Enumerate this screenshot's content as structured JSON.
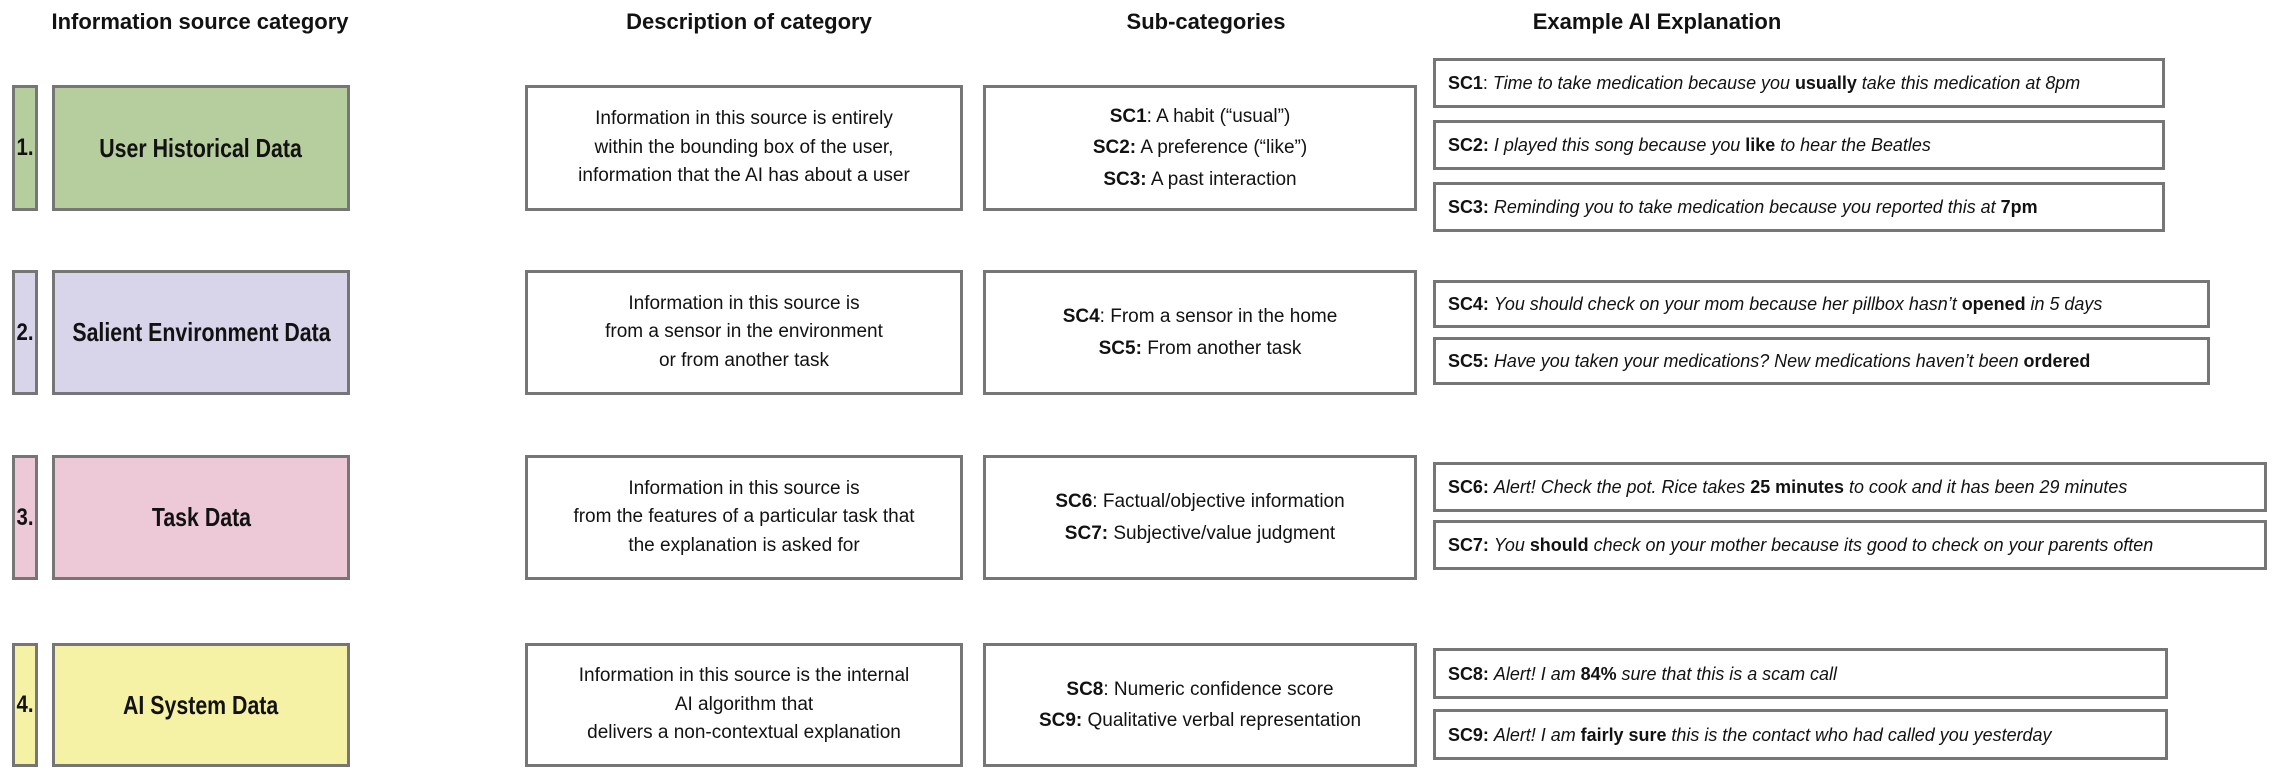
{
  "headers": {
    "col1": "Information source category",
    "col2": "Description of category",
    "col3": "Sub-categories",
    "col4": "Example AI Explanation"
  },
  "colors": {
    "border": "#767676",
    "row1": "#b6ce9d",
    "row2": "#d8d4e9",
    "row3": "#edc8d7",
    "row4": "#f5f2a6"
  },
  "rows": [
    {
      "number": "1.",
      "category": "User Historical Data",
      "color": "#b6ce9d",
      "description": "Information in this source is entirely\nwithin the bounding box of the user,\ninformation that the AI has about a user",
      "subcategories": [
        {
          "prefix": "SC1",
          "rest": ": A habit (“usual”)"
        },
        {
          "prefix": "SC2:",
          "rest": " A preference (“like”)"
        },
        {
          "prefix": "SC3:",
          "rest": " A past interaction"
        }
      ],
      "examples": [
        {
          "segments": [
            {
              "text": "SC1",
              "style": "b"
            },
            {
              "text": ": ",
              "style": "r"
            },
            {
              "text": "Time to take medication because you ",
              "style": "i"
            },
            {
              "text": "usually",
              "style": "b"
            },
            {
              "text": " take this medication at 8pm",
              "style": "i"
            }
          ]
        },
        {
          "segments": [
            {
              "text": "SC2:",
              "style": "b"
            },
            {
              "text": " ",
              "style": "r"
            },
            {
              "text": "I played this song because you ",
              "style": "i"
            },
            {
              "text": "like",
              "style": "b"
            },
            {
              "text": " to hear the Beatles",
              "style": "i"
            }
          ]
        },
        {
          "segments": [
            {
              "text": "SC3:",
              "style": "b"
            },
            {
              "text": " ",
              "style": "r"
            },
            {
              "text": "Reminding you to take medication because you reported this at ",
              "style": "i"
            },
            {
              "text": "7pm",
              "style": "b"
            }
          ]
        }
      ]
    },
    {
      "number": "2.",
      "category": "Salient Environment Data",
      "color": "#d8d4e9",
      "description": "Information in this source is\nfrom a sensor in the environment\nor from another task",
      "subcategories": [
        {
          "prefix": "SC4",
          "rest": ": From a sensor in the home"
        },
        {
          "prefix": "SC5:",
          "rest": " From another task"
        }
      ],
      "examples": [
        {
          "segments": [
            {
              "text": "SC4:",
              "style": "b"
            },
            {
              "text": " ",
              "style": "r"
            },
            {
              "text": "You should check on your mom because her pillbox hasn’t ",
              "style": "i"
            },
            {
              "text": "opened",
              "style": "b"
            },
            {
              "text": " in 5 days",
              "style": "i"
            }
          ]
        },
        {
          "segments": [
            {
              "text": "SC5:",
              "style": "b"
            },
            {
              "text": " ",
              "style": "r"
            },
            {
              "text": "Have you taken your medications? New medications haven’t been ",
              "style": "i"
            },
            {
              "text": "ordered",
              "style": "b"
            }
          ]
        }
      ]
    },
    {
      "number": "3.",
      "category": "Task Data",
      "color": "#edc8d7",
      "description": "Information in this source is\nfrom the features of a particular task that\nthe explanation is asked for",
      "subcategories": [
        {
          "prefix": "SC6",
          "rest": ": Factual/objective information"
        },
        {
          "prefix": "SC7:",
          "rest": " Subjective/value judgment"
        }
      ],
      "examples": [
        {
          "segments": [
            {
              "text": "SC6:",
              "style": "b"
            },
            {
              "text": " ",
              "style": "r"
            },
            {
              "text": "Alert! Check the pot. Rice takes ",
              "style": "i"
            },
            {
              "text": "25 minutes",
              "style": "b"
            },
            {
              "text": " to cook and it has been 29 minutes",
              "style": "i"
            }
          ]
        },
        {
          "segments": [
            {
              "text": "SC7:",
              "style": "b"
            },
            {
              "text": " ",
              "style": "r"
            },
            {
              "text": "You ",
              "style": "i"
            },
            {
              "text": "should",
              "style": "b"
            },
            {
              "text": " check on your mother because its good to check on your parents often",
              "style": "i"
            }
          ]
        }
      ]
    },
    {
      "number": "4.",
      "category": "AI System Data",
      "color": "#f5f2a6",
      "description": "Information in this source is the internal\nAI algorithm that\ndelivers a non-contextual explanation",
      "subcategories": [
        {
          "prefix": "SC8",
          "rest": ": Numeric confidence score"
        },
        {
          "prefix": "SC9:",
          "rest": " Qualitative verbal representation"
        }
      ],
      "examples": [
        {
          "segments": [
            {
              "text": "SC8:",
              "style": "b"
            },
            {
              "text": " ",
              "style": "r"
            },
            {
              "text": "Alert! I am ",
              "style": "i"
            },
            {
              "text": "84%",
              "style": "b"
            },
            {
              "text": " sure that this is a scam call",
              "style": "i"
            }
          ]
        },
        {
          "segments": [
            {
              "text": "SC9:",
              "style": "b"
            },
            {
              "text": " ",
              "style": "r"
            },
            {
              "text": "Alert! I am ",
              "style": "i"
            },
            {
              "text": "fairly sure",
              "style": "b"
            },
            {
              "text": " this is the contact who had called you yesterday",
              "style": "i"
            }
          ]
        }
      ]
    }
  ]
}
